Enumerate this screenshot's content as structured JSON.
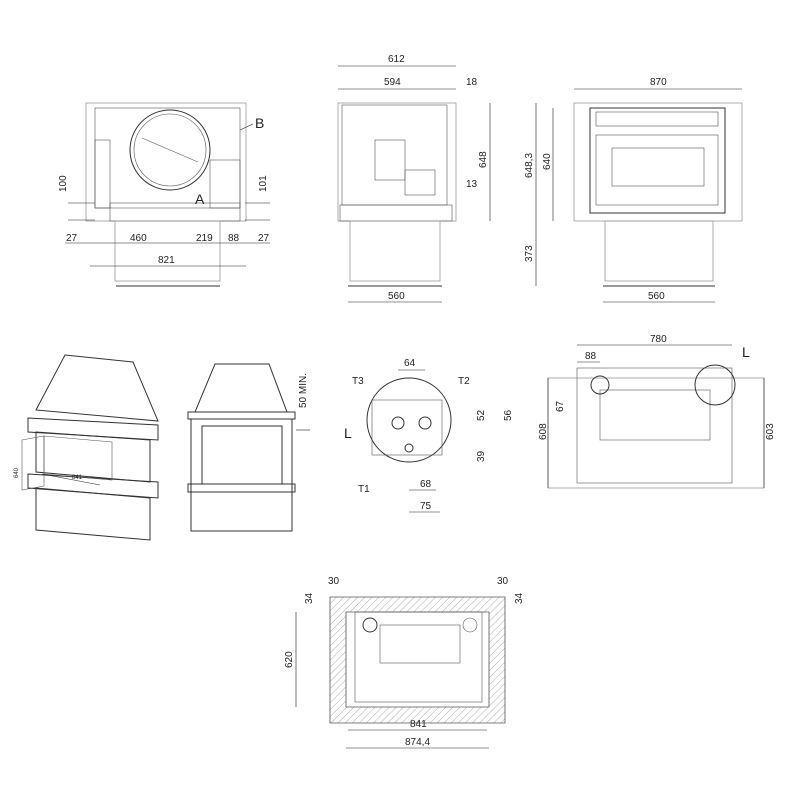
{
  "views": {
    "front_section": {
      "labels": {
        "a": "A",
        "b": "B"
      },
      "dims": [
        "100",
        "101",
        "27",
        "460",
        "219",
        "88",
        "27",
        "821"
      ]
    },
    "side": {
      "dims": [
        "612",
        "594",
        "18",
        "648",
        "13",
        "560"
      ]
    },
    "front": {
      "dims": [
        "870",
        "648,3",
        "640",
        "373",
        "560"
      ]
    },
    "isometric": {
      "dims": [
        "640",
        "841"
      ]
    },
    "hood_front": {
      "dims": [
        "50 MIN."
      ]
    },
    "connection_detail": {
      "labels": {
        "t1": "T1",
        "t2": "T2",
        "t3": "T3",
        "l": "L"
      },
      "dims": [
        "64",
        "52",
        "56",
        "39",
        "68",
        "75"
      ]
    },
    "top": {
      "labels": {
        "l": "L"
      },
      "dims": [
        "780",
        "88",
        "67",
        "608",
        "603"
      ]
    },
    "plan": {
      "dims": [
        "30",
        "30",
        "34",
        "34",
        "620",
        "841",
        "874,4"
      ]
    }
  }
}
